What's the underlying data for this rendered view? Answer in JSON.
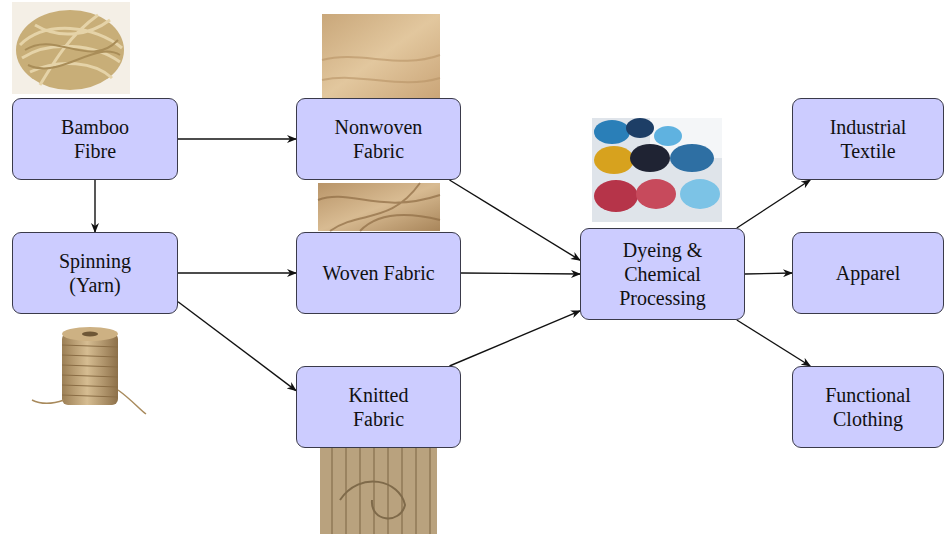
{
  "diagram": {
    "nodes": [
      {
        "text": [
          "Bamboo Fibre"
        ]
      },
      {
        "text": [
          "Nonwoven Fabric"
        ]
      },
      {
        "text": [
          "Spinning (Yarn)"
        ]
      },
      {
        "text": [
          "Woven Fabric"
        ]
      },
      {
        "text": [
          "Knitted Fabric"
        ]
      },
      {
        "text": [
          "Dyeing & Chemical Processing"
        ]
      },
      {
        "text": [
          "Industrial Textile"
        ]
      },
      {
        "text": [
          "Apparel"
        ]
      },
      {
        "text": [
          "Functional Clothing"
        ]
      }
    ],
    "edges": [
      {
        "from": 0,
        "to": 1,
        "arrow": "to"
      },
      {
        "from": 0,
        "to": 2,
        "arrow": "to"
      },
      {
        "from": 2,
        "to": 3,
        "arrow": "to"
      },
      {
        "from": 2,
        "to": 4,
        "arrow": "to"
      },
      {
        "from": 1,
        "to": 5,
        "arrow": "to"
      },
      {
        "from": 3,
        "to": 5,
        "arrow": "to"
      },
      {
        "from": 4,
        "to": 5,
        "arrow": "to"
      },
      {
        "from": 5,
        "to": 6,
        "arrow": "to"
      },
      {
        "from": 5,
        "to": 7,
        "arrow": "to"
      },
      {
        "from": 5,
        "to": 8,
        "arrow": "to"
      }
    ]
  }
}
